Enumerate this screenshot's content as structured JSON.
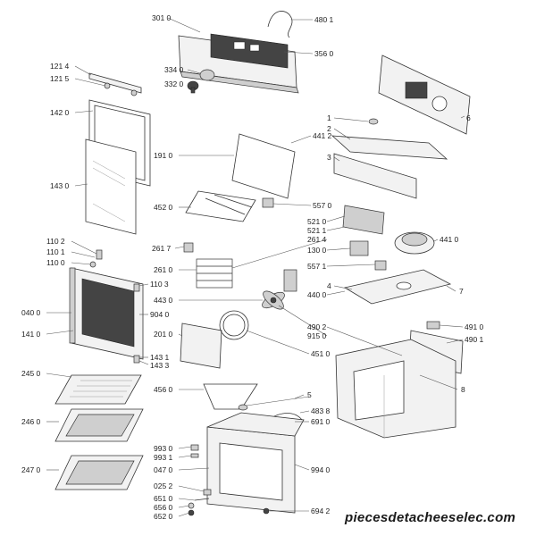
{
  "labels": {
    "l_301_0": "301 0",
    "l_480_1": "480 1",
    "l_356_0": "356 0",
    "l_334_0": "334 0",
    "l_332_0": "332 0",
    "l_121_4": "121 4",
    "l_121_5": "121 5",
    "l_142_0": "142 0",
    "l_191_0": "191 0",
    "l_441_2": "441 2",
    "l_143_0": "143 0",
    "l_452_0": "452 0",
    "l_557_0": "557 0",
    "l_521_0": "521 0",
    "l_521_1": "521 1",
    "l_261_4": "261 4",
    "l_130_0": "130 0",
    "l_441_0": "441 0",
    "l_261_7": "261 7",
    "l_110_2": "110 2",
    "l_110_1": "110 1",
    "l_110_0": "110 0",
    "l_261_0": "261 0",
    "l_557_1": "557 1",
    "l_110_3": "110 3",
    "l_443_0": "443 0",
    "l_440_0": "440 0",
    "l_040_0": "040 0",
    "l_904_0": "904 0",
    "l_141_0": "141 0",
    "l_201_0": "201 0",
    "l_490_2": "490 2",
    "l_915_0": "915 0",
    "l_491_0": "491 0",
    "l_490_1": "490 1",
    "l_143_1": "143 1",
    "l_143_3": "143 3",
    "l_451_0": "451 0",
    "l_245_0": "245 0",
    "l_456_0": "456 0",
    "l_483_8": "483 8",
    "l_691_0": "691 0",
    "l_246_0": "246 0",
    "l_993_0": "993 0",
    "l_993_1": "993 1",
    "l_047_0": "047 0",
    "l_994_0": "994 0",
    "l_247_0": "247 0",
    "l_025_2": "025 2",
    "l_651_0": "651 0",
    "l_656_0": "656 0",
    "l_652_0": "652 0",
    "l_694_2": "694 2",
    "n_1": "1",
    "n_2": "2",
    "n_3": "3",
    "n_4": "4",
    "n_5": "5",
    "n_6": "6",
    "n_7": "7",
    "n_8": "8"
  },
  "watermark": "piecesdetacheeselec.com"
}
